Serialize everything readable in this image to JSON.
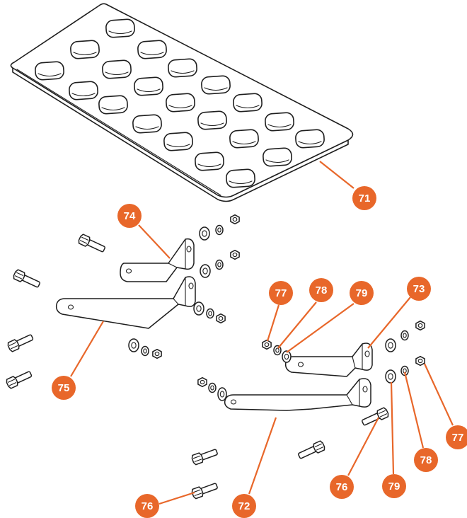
{
  "accent_color": "#e8672a",
  "callouts": [
    {
      "id": "c71",
      "label": "71"
    },
    {
      "id": "c72",
      "label": "72"
    },
    {
      "id": "c73",
      "label": "73"
    },
    {
      "id": "c74",
      "label": "74"
    },
    {
      "id": "c75",
      "label": "75"
    },
    {
      "id": "c76a",
      "label": "76"
    },
    {
      "id": "c76b",
      "label": "76"
    },
    {
      "id": "c77a",
      "label": "77"
    },
    {
      "id": "c77b",
      "label": "77"
    },
    {
      "id": "c78a",
      "label": "78"
    },
    {
      "id": "c78b",
      "label": "78"
    },
    {
      "id": "c79a",
      "label": "79"
    },
    {
      "id": "c79b",
      "label": "79"
    }
  ]
}
